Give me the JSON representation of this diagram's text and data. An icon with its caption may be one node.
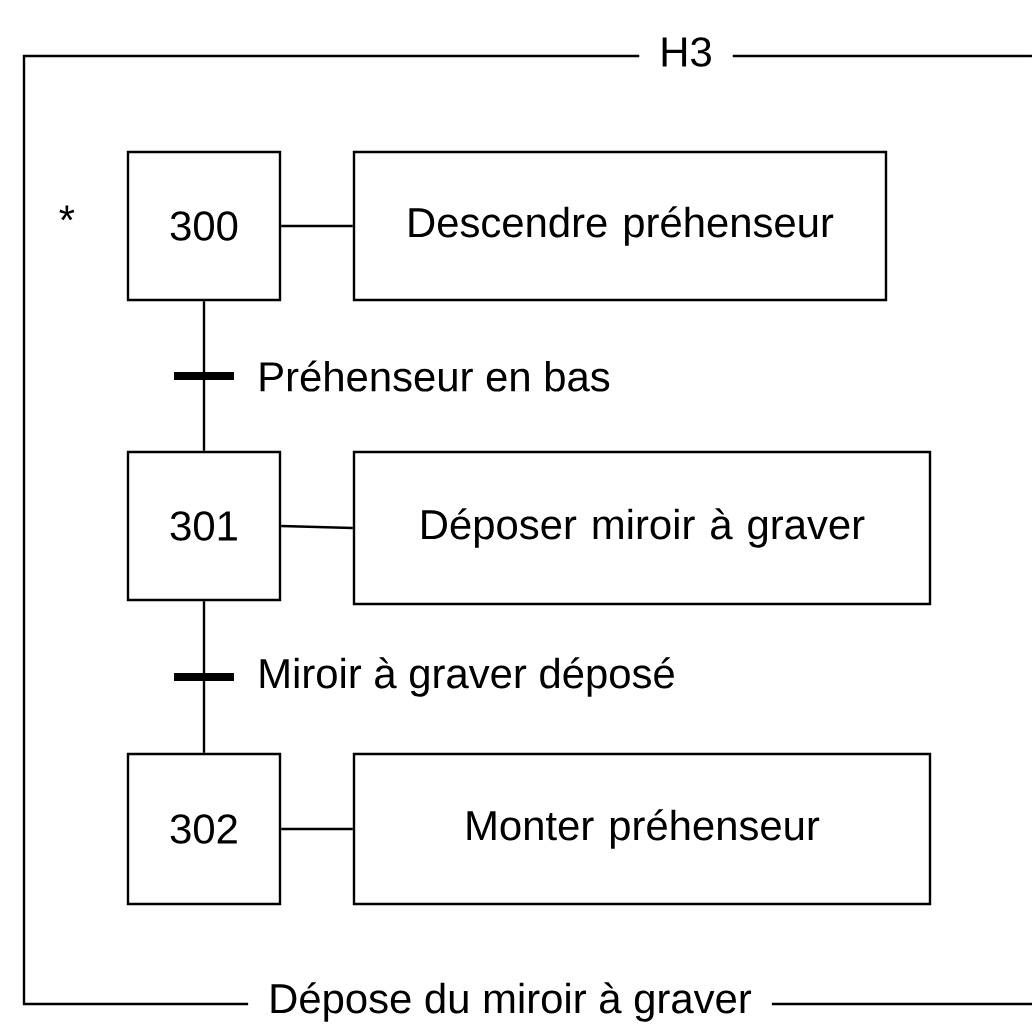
{
  "diagram": {
    "nodes": [
      {
        "text": [
          "H3",
          "Dépose du miroir à graver"
        ]
      },
      {
        "text": [
          "300"
        ],
        "in": 0,
        "beside": [
          "*"
        ]
      },
      {
        "text": [
          "Descendre préhenseur"
        ],
        "in": 0
      },
      {
        "text": [
          "301"
        ],
        "in": 0
      },
      {
        "text": [
          "Déposer miroir à graver"
        ],
        "in": 0
      },
      {
        "text": [
          "302"
        ],
        "in": 0
      },
      {
        "text": [
          "Monter préhenseur"
        ],
        "in": 0
      }
    ],
    "edges": [
      {
        "from": 1,
        "to": 2,
        "arrow": "none"
      },
      {
        "from": 1,
        "to": 3,
        "arrow": "none",
        "label": "Préhenseur en bas"
      },
      {
        "from": 3,
        "to": 4,
        "arrow": "none"
      },
      {
        "from": 3,
        "to": 5,
        "arrow": "none",
        "label": "Miroir à graver déposé"
      },
      {
        "from": 5,
        "to": 6,
        "arrow": "none"
      }
    ]
  }
}
